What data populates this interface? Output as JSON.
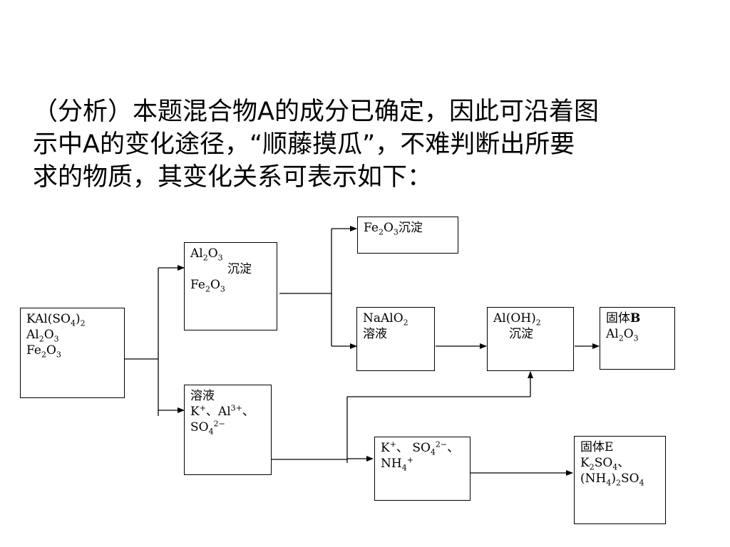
{
  "text": {
    "line1": "（分析）本题混合物A的成分已确定，因此可沿着图",
    "line2": "示中A的变化途径，“顺藤摸瓜”，不难判断出所要",
    "line3": "求的物质，其变化关系可表示如下："
  },
  "boxes": {
    "mixture": {
      "l1a": "KAl(SO",
      "l1b": "4",
      "l1c": ")",
      "l1d": "2",
      "l2a": "Al",
      "l2b": "2",
      "l2c": "O",
      "l2d": "3",
      "l3a": "Fe",
      "l3b": "2",
      "l3c": "O",
      "l3d": "3"
    },
    "precipitate": {
      "l1a": "Al",
      "l1b": "2",
      "l1c": "O",
      "l1d": "3",
      "l2": "沉淀",
      "l3a": "Fe",
      "l3b": "2",
      "l3c": "O",
      "l3d": "3"
    },
    "solution1": {
      "l1": "溶液",
      "l2a": "K",
      "l2b": "+",
      "l2c": "、Al",
      "l2d": "3+",
      "l2e": "、",
      "l3a": "SO",
      "l3b": "4",
      "l3c": "2−"
    },
    "fe2o3": {
      "a": "Fe",
      "b": "2",
      "c": "O",
      "d": "3",
      "e": "沉淀"
    },
    "naalo2": {
      "l1a": "NaAlO",
      "l1b": "2",
      "l2": "溶液"
    },
    "aloh": {
      "l1a": "Al(OH)",
      "l1b": "2",
      "l2": "沉淀"
    },
    "solidB": {
      "l1a": "固体",
      "l1b": "B",
      "l2a": "Al",
      "l2b": "2",
      "l2c": "O",
      "l2d": "3"
    },
    "solution2": {
      "l1a": "K",
      "l1b": "+",
      "l1c": "、 SO",
      "l1d": "4",
      "l1e": "2−",
      "l1f": "、",
      "l2a": "NH",
      "l2b": "4",
      "l2c": "+"
    },
    "solidE": {
      "l1": "固体E",
      "l2a": "K",
      "l2b": "2",
      "l2c": "SO",
      "l2d": "4",
      "l2e": "、",
      "l3a": "(NH",
      "l3b": "4",
      "l3c": ")",
      "l3d": "2",
      "l3e": "SO",
      "l3f": "4"
    }
  }
}
